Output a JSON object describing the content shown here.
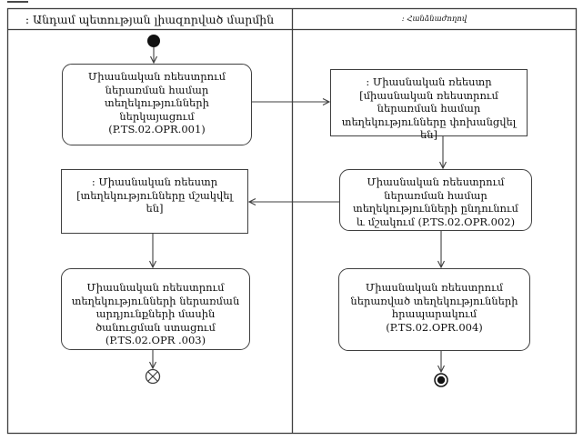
{
  "diagram": {
    "kind": "uml-activity-diagram-with-swimlanes",
    "lanes": [
      {
        "title": ": Անդամ պետության լիազորված մարմին"
      },
      {
        "title": ": Հանձնաժողով"
      }
    ],
    "nodes": {
      "start": {
        "icon": "initial-node-filled-circle"
      },
      "action1": {
        "lane": 0,
        "shape": "rounded-action",
        "label": "Միասնական ռեեստրում ներառման համար տեղեկությունների ներկայացում (P.TS.02.OPR.001)"
      },
      "object1": {
        "lane": 1,
        "shape": "object-rectangle",
        "label": ": Միասնական ռեեստր [միասնական ռեեստրում ներառման համար տեղեկությունները փոխանցվել են]"
      },
      "action2": {
        "lane": 1,
        "shape": "rounded-action",
        "label": "Միասնական ռեեստրում ներառման համար տեղեկությունների ընդունում և մշակում (P.TS.02.OPR.002)"
      },
      "object2": {
        "lane": 0,
        "shape": "object-rectangle",
        "label": ": Միասնական ռեեստր [տեղեկությունները մշակվել են]"
      },
      "action3": {
        "lane": 0,
        "shape": "rounded-action",
        "label": "Միասնական ռեեստրում տեղեկությունների ներառման արդյունքների մասին ծանուցման ստացում (P.TS.02.OPR .003)"
      },
      "action4": {
        "lane": 1,
        "shape": "rounded-action",
        "label": "Միասնական ռեեստրում ներառված տեղեկությունների հրապարակում (P.TS.02.OPR.004)"
      },
      "end_flow": {
        "icon": "flow-final-circled-x"
      },
      "end_activity": {
        "icon": "activity-final-bullseye"
      }
    },
    "edges": [
      {
        "from": "start",
        "to": "action1"
      },
      {
        "from": "action1",
        "to": "object1"
      },
      {
        "from": "object1",
        "to": "action2"
      },
      {
        "from": "action2",
        "to": "object2"
      },
      {
        "from": "object2",
        "to": "action3"
      },
      {
        "from": "action2",
        "to": "action4"
      },
      {
        "from": "action3",
        "to": "end_flow"
      },
      {
        "from": "action4",
        "to": "end_activity"
      }
    ],
    "colors": {
      "line": "#3f3f3f",
      "text": "#101010",
      "background": "#ffffff"
    }
  }
}
